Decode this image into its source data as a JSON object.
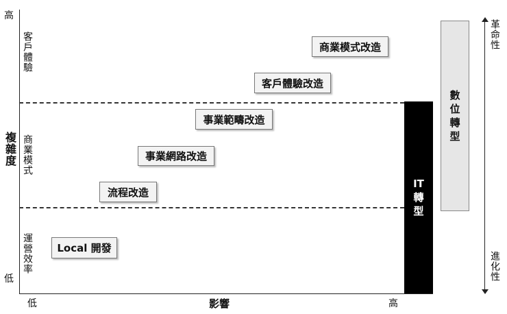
{
  "y_axis": {
    "title": "複雜度",
    "high": "高",
    "low": "低",
    "bands": [
      "客戶體驗",
      "商業模式",
      "運營效率"
    ]
  },
  "x_axis": {
    "title": "影響",
    "low": "低",
    "high": "高"
  },
  "boxes": {
    "local": "Local 開發",
    "process": "流程改造",
    "network": "事業網路改造",
    "domain": "事業範疇改造",
    "cx": "客戶體驗改造",
    "biz_model": "商業模式改造"
  },
  "it_transform": [
    "IT",
    "轉",
    "型"
  ],
  "digital_transform": [
    "數",
    "位",
    "轉",
    "型"
  ],
  "right_scale": {
    "top": "革命性",
    "bottom": "進化性"
  }
}
